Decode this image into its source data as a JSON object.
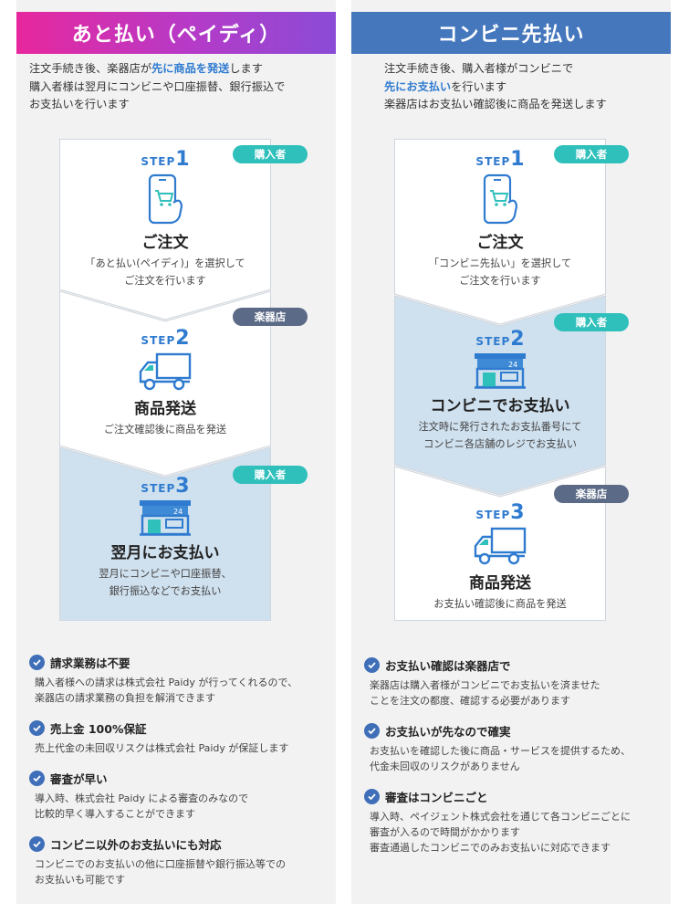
{
  "left": {
    "banner": "あと払い（ペイディ）",
    "intro": [
      {
        "pre": "注文手続き後、楽器店が",
        "hl": "先に商品を発送",
        "post": "します"
      },
      {
        "pre": "購入者様は翌月にコンビニや口座振替、銀行振込で",
        "hl": "",
        "post": ""
      },
      {
        "pre": "お支払いを行います",
        "hl": "",
        "post": ""
      }
    ],
    "steps": [
      {
        "badge": "購入者",
        "label": "STEP",
        "num": "1",
        "title": "ご注文",
        "icon": "phone-cart-icon",
        "desc": [
          "「あと払い(ペイディ)」を選択して",
          "ご注文を行います"
        ]
      },
      {
        "badge": "楽器店",
        "label": "STEP",
        "num": "2",
        "title": "商品発送",
        "icon": "truck-icon",
        "desc": [
          "ご注文確認後に商品を発送"
        ]
      },
      {
        "badge": "購入者",
        "label": "STEP",
        "num": "3",
        "title": "翌月にお支払い",
        "icon": "store-icon",
        "desc": [
          "翌月にコンビニや口座振替、",
          "銀行振込などでお支払い"
        ]
      }
    ],
    "features": [
      {
        "title": "請求業務は不要",
        "body": [
          "購入者様への請求は株式会社 Paidy が行ってくれるので、",
          "楽器店の請求業務の負担を解消できます"
        ]
      },
      {
        "title": "売上金 100%保証",
        "body": [
          "売上代金の未回収リスクは株式会社 Paidy が保証します"
        ]
      },
      {
        "title": "審査が早い",
        "body": [
          "導入時、株式会社 Paidy による審査のみなので",
          "比較的早く導入することができます"
        ]
      },
      {
        "title": "コンビニ以外のお支払いにも対応",
        "body": [
          "コンビニでのお支払いの他に口座振替や銀行振込等での",
          "お支払いも可能です"
        ]
      }
    ]
  },
  "right": {
    "banner": "コンビニ先払い",
    "intro": [
      {
        "pre": "注文手続き後、購入者様がコンビニで",
        "hl": "",
        "post": ""
      },
      {
        "pre": "",
        "hl": "先にお支払い",
        "post": "を行います"
      },
      {
        "pre": "楽器店はお支払い確認後に商品を発送します",
        "hl": "",
        "post": ""
      }
    ],
    "steps": [
      {
        "badge": "購入者",
        "label": "STEP",
        "num": "1",
        "title": "ご注文",
        "icon": "phone-cart-icon",
        "desc": [
          "「コンビニ先払い」を選択して",
          "ご注文を行います"
        ]
      },
      {
        "badge": "購入者",
        "label": "STEP",
        "num": "2",
        "title": "コンビニでお支払い",
        "icon": "store-icon",
        "desc": [
          "注文時に発行されたお支払番号にて",
          "コンビニ各店舗のレジでお支払い"
        ]
      },
      {
        "badge": "楽器店",
        "label": "STEP",
        "num": "3",
        "title": "商品発送",
        "icon": "truck-icon",
        "desc": [
          "お支払い確認後に商品を発送"
        ]
      }
    ],
    "features": [
      {
        "title": "お支払い確認は楽器店で",
        "body": [
          "楽器店は購入者様がコンビニでお支払いを済ませた",
          "ことを注文の都度、確認する必要があります"
        ]
      },
      {
        "title": "お支払いが先なので確実",
        "body": [
          "お支払いを確認した後に商品・サービスを提供するため、",
          "代金未回収のリスクがありません"
        ]
      },
      {
        "title": "審査はコンビニごと",
        "body": [
          "導入時、ペイジェント株式会社を通じて各コンビニごとに",
          "審査が入るので時間がかかります",
          "審査通過したコンビニでのみお支払いに対応できます"
        ]
      }
    ]
  },
  "store_sign": "24",
  "colors": {
    "accent": "#2f7bd0",
    "teal": "#2fc0bb",
    "slate": "#5b6a86",
    "payband": "#cfe0ee",
    "right_banner": "#4577bd"
  }
}
